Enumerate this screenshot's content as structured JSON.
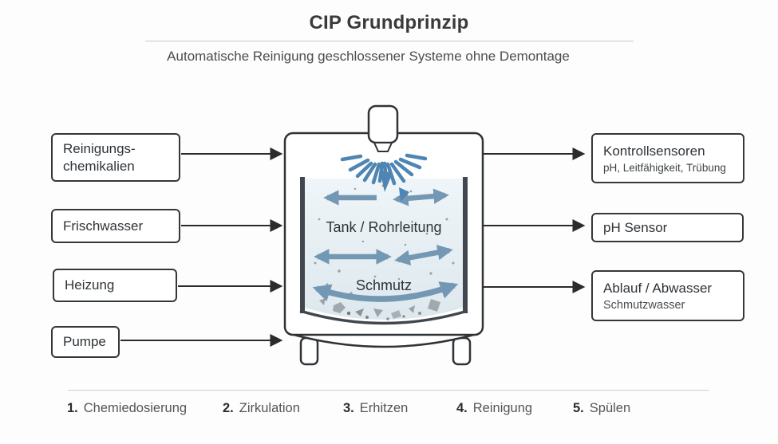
{
  "header": {
    "title": "CIP Grundprinzip",
    "subtitle": "Automatische Reinigung geschlossener Systeme ohne Demontage"
  },
  "left_boxes": [
    {
      "line1": "Reinigungs-",
      "line2": "chemikalien"
    },
    {
      "line1": "Frischwasser"
    },
    {
      "line1": "Heizung"
    },
    {
      "line1": "Pumpe"
    }
  ],
  "right_boxes": [
    {
      "title": "Kontrollsensoren",
      "subtitle": "pH, Leitfähigkeit, Trübung"
    },
    {
      "title": "pH Sensor"
    },
    {
      "title": "Ablauf / Abwasser",
      "subtitle": "Schmutzwasser"
    }
  ],
  "tank": {
    "label": "Tank / Rohrleitung",
    "dirt_label": "Schmutz"
  },
  "steps": [
    {
      "num": "1.",
      "label": "Chemiedosierung"
    },
    {
      "num": "2.",
      "label": "Zirkulation"
    },
    {
      "num": "3.",
      "label": "Erhitzen"
    },
    {
      "num": "4.",
      "label": "Reinigung"
    },
    {
      "num": "5.",
      "label": "Spülen"
    }
  ],
  "colors": {
    "spray_blue": "#4e85b2",
    "circulation_arrow_blue": "#7498b3",
    "outline_dark": "#2f3337",
    "liquid_light": "#e3ecf2"
  }
}
